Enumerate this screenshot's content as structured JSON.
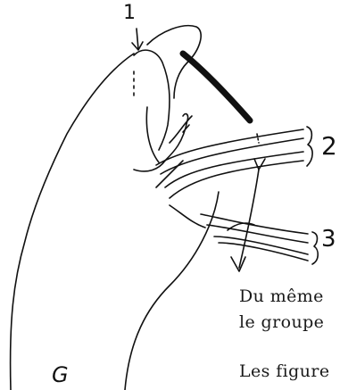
{
  "figure": {
    "labels": {
      "one": "1",
      "two": "2",
      "three": "3",
      "hand": "G"
    }
  },
  "text": {
    "line1": "Du même",
    "line2": "le groupe",
    "line3": "Les figure"
  }
}
